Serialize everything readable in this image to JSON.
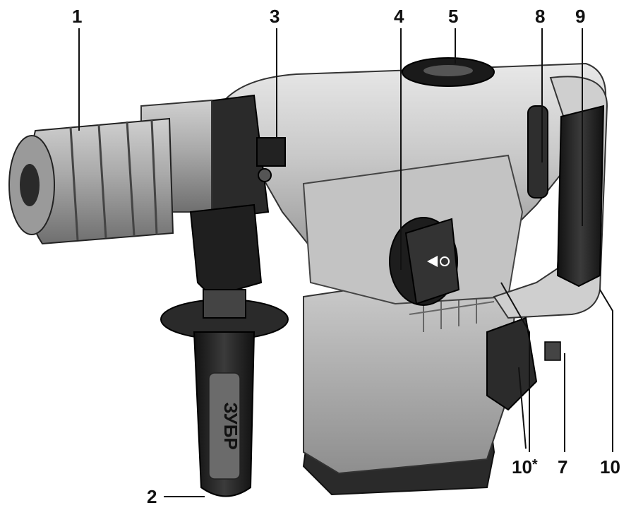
{
  "diagram": {
    "brand": "ЗУБР",
    "callouts": {
      "c1": "1",
      "c2": "2",
      "c3": "3",
      "c4": "4",
      "c5": "5",
      "c7": "7",
      "c8": "8",
      "c9": "9",
      "c10_star": "10",
      "c10_star_mark": "*",
      "c10": "10"
    },
    "colors": {
      "body_light": "#d6d6d6",
      "body_mid": "#b5b5b5",
      "body_dark": "#8a8a8a",
      "rubber_black": "#1c1c1c",
      "rubber_dark": "#3a3a3a",
      "outline": "#222222"
    }
  }
}
